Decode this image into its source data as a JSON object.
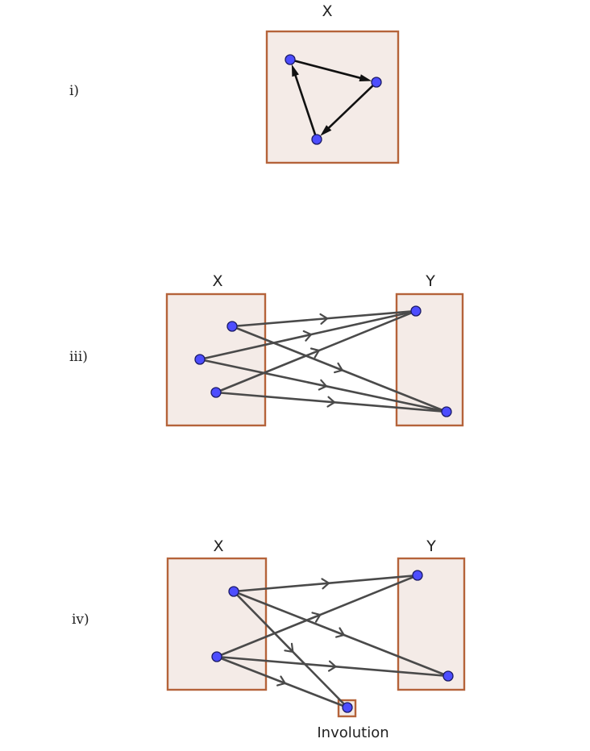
{
  "colors": {
    "box_fill": "#f4ebe7",
    "box_stroke": "#b5633a",
    "node_fill": "#4d4dff",
    "node_stroke": "#1a1a66",
    "edge_dark": "#111111",
    "edge_gray": "#4a4a4a"
  },
  "panels": [
    {
      "id": "i",
      "label": "i)",
      "boxes": [
        {
          "id": "X",
          "title": "X"
        }
      ],
      "nodes": [
        "a",
        "b",
        "c"
      ],
      "edges": [
        {
          "from": "a",
          "to": "b",
          "style": "arrow"
        },
        {
          "from": "b",
          "to": "c",
          "style": "arrow"
        },
        {
          "from": "c",
          "to": "a",
          "style": "arrow"
        }
      ]
    },
    {
      "id": "iii",
      "label": "iii)",
      "boxes": [
        {
          "id": "X",
          "title": "X"
        },
        {
          "id": "Y",
          "title": "Y"
        }
      ],
      "nodes": [
        "x1",
        "x2",
        "x3",
        "y1",
        "y2"
      ],
      "edges": [
        {
          "from": "x1",
          "to": "y1",
          "style": "chevron"
        },
        {
          "from": "x1",
          "to": "y2",
          "style": "chevron"
        },
        {
          "from": "x2",
          "to": "y1",
          "style": "chevron"
        },
        {
          "from": "x2",
          "to": "y2",
          "style": "chevron"
        },
        {
          "from": "x3",
          "to": "y1",
          "style": "chevron"
        },
        {
          "from": "x3",
          "to": "y2",
          "style": "chevron"
        }
      ]
    },
    {
      "id": "iv",
      "label": "iv)",
      "boxes": [
        {
          "id": "X",
          "title": "X"
        },
        {
          "id": "Y",
          "title": "Y"
        }
      ],
      "caption": "Involution",
      "nodes": [
        "x1",
        "x2",
        "y1",
        "y2",
        "inv"
      ],
      "edges": [
        {
          "from": "x1",
          "to": "y1",
          "style": "chevron"
        },
        {
          "from": "x1",
          "to": "y2",
          "style": "chevron"
        },
        {
          "from": "x1",
          "to": "inv",
          "style": "chevron"
        },
        {
          "from": "x2",
          "to": "y1",
          "style": "chevron"
        },
        {
          "from": "x2",
          "to": "y2",
          "style": "chevron"
        },
        {
          "from": "x2",
          "to": "inv",
          "style": "chevron"
        }
      ]
    }
  ]
}
